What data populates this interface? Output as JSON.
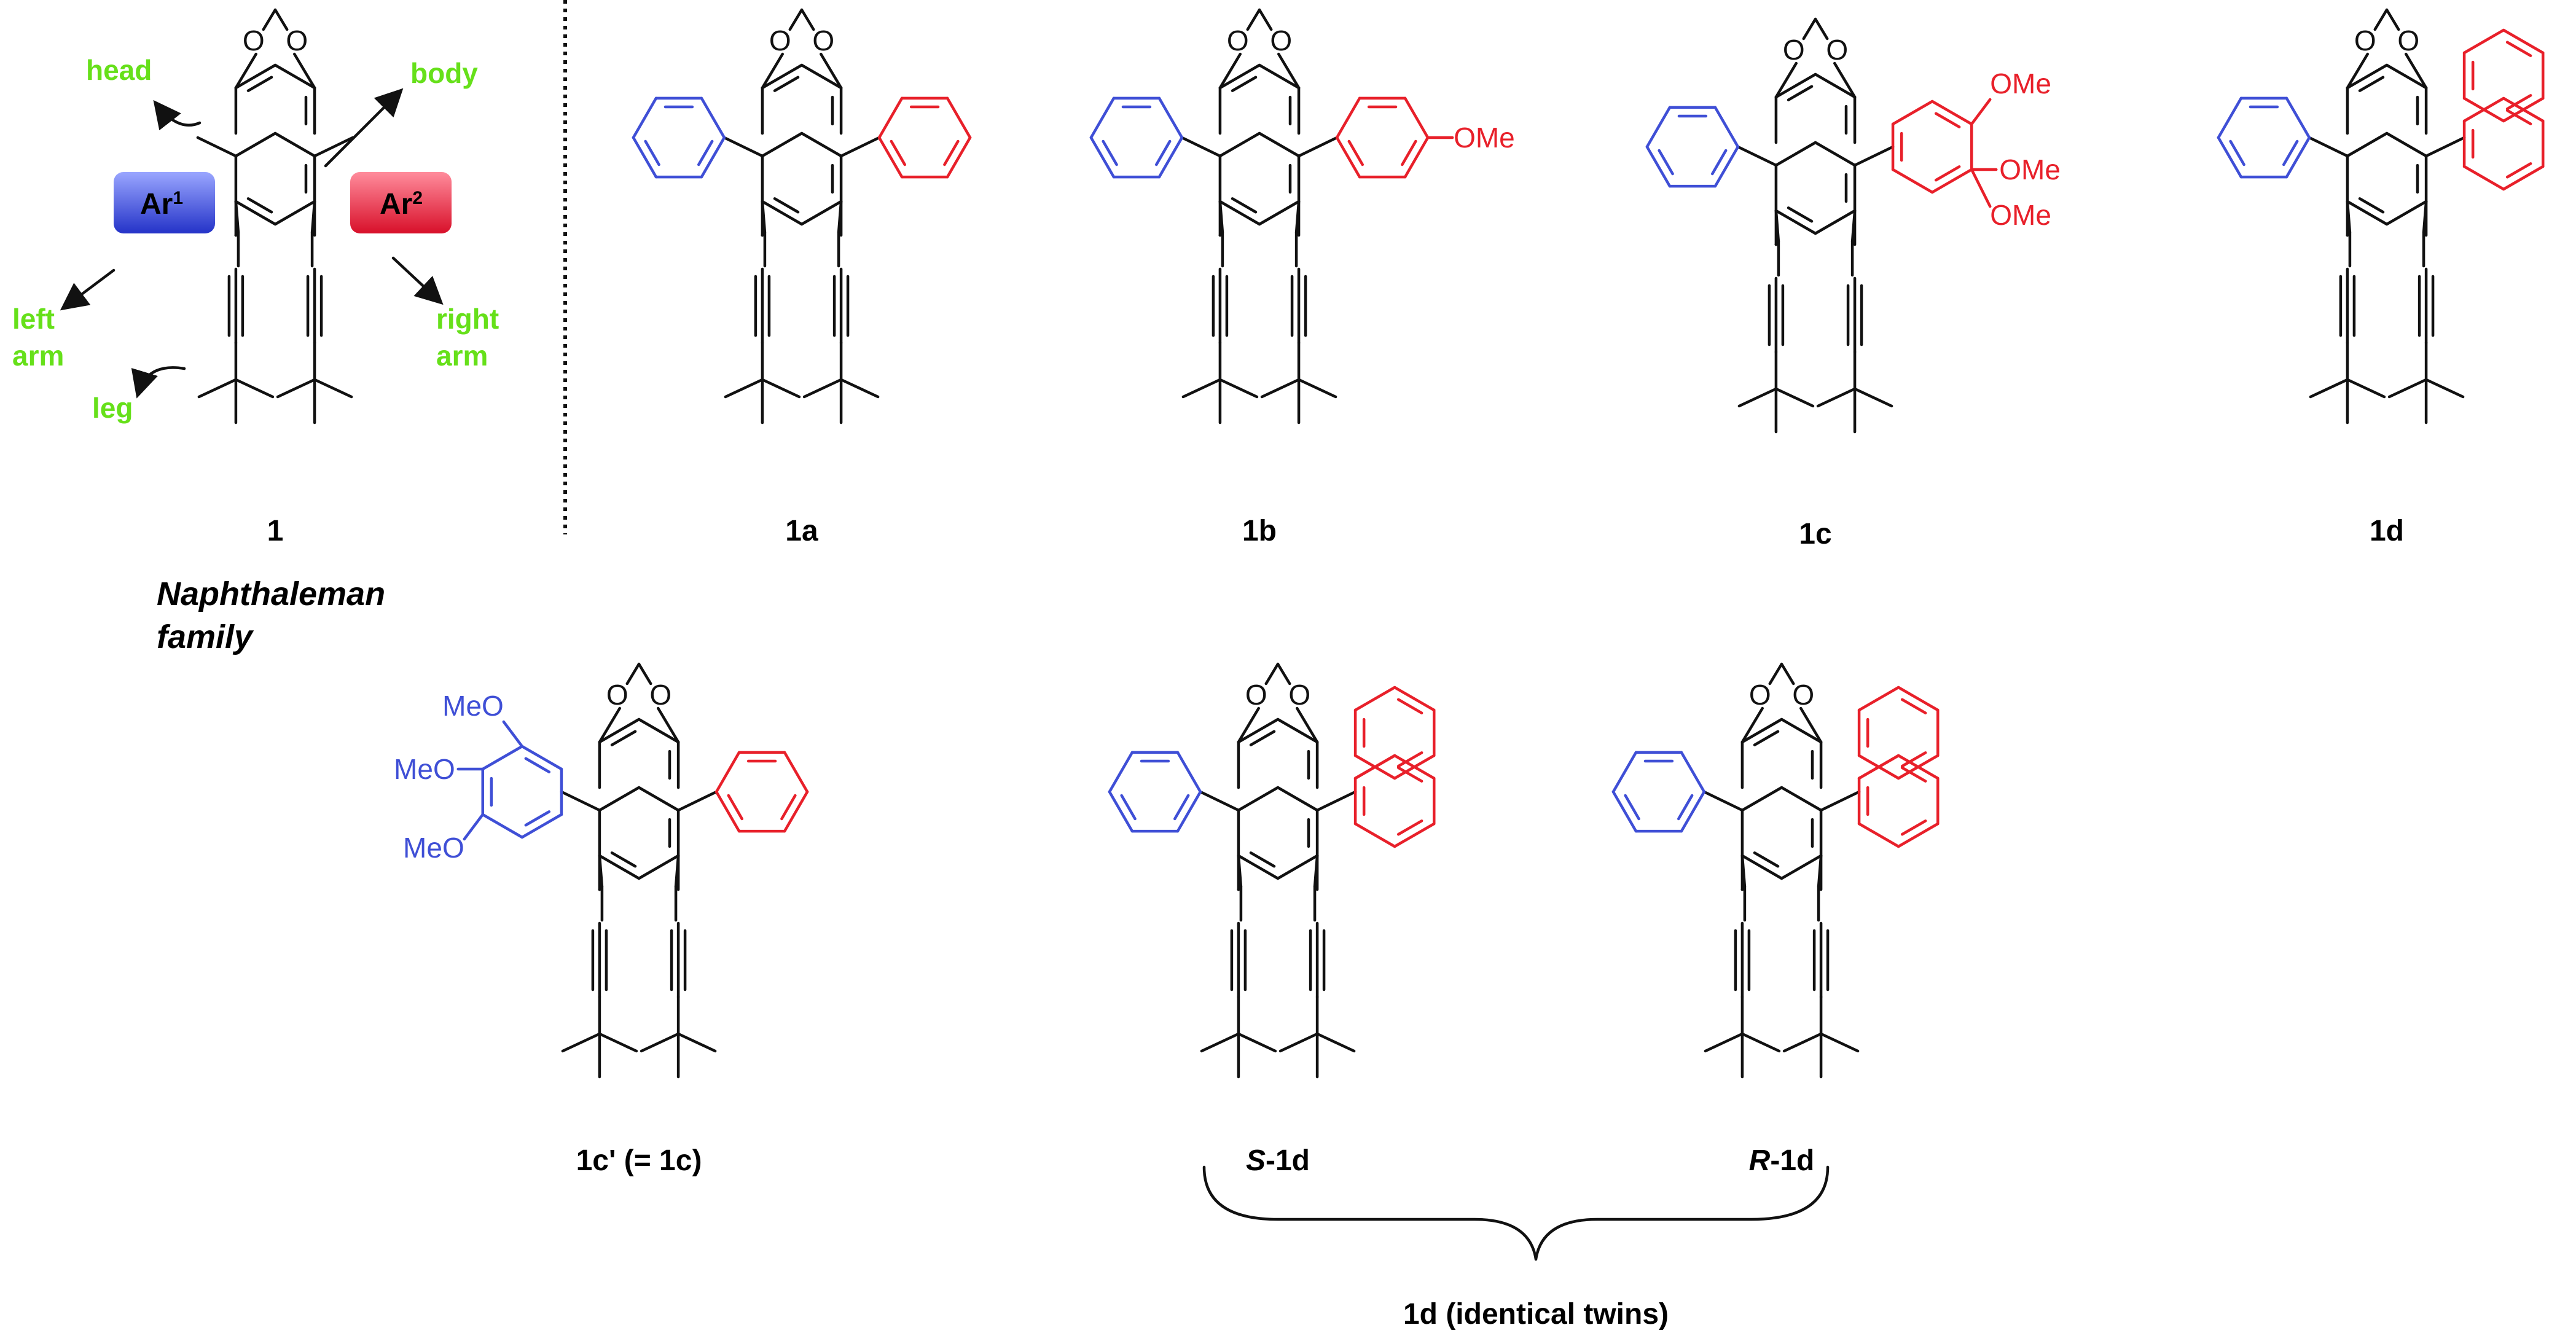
{
  "scaffold_labels": {
    "head": "head",
    "body": "body",
    "left_arm_1": "left",
    "left_arm_2": "arm",
    "right_arm_1": "right",
    "right_arm_2": "arm",
    "leg": "leg",
    "ar1_base": "Ar",
    "ar1_sup": "1",
    "ar2_base": "Ar",
    "ar2_sup": "2"
  },
  "atom_labels": {
    "oxygen": "O",
    "ome": "OMe",
    "meo": "MeO"
  },
  "compounds": {
    "c1": "1",
    "c1a": "1a",
    "c1b": "1b",
    "c1c": "1c",
    "c1d": "1d",
    "c1cprime": "1c' (= 1c)",
    "s1d_prefix": "S",
    "s1d_suffix": "-1d",
    "r1d_prefix": "R",
    "r1d_suffix": "-1d"
  },
  "family_title": {
    "line1": "Naphthaleman",
    "line2": "family"
  },
  "bracket_caption": "1d (identical twins)",
  "colors": {
    "ar1_color": "#3f4fd6",
    "ar2_color": "#e8202a",
    "label_green": "#66e01a",
    "bond_black": "#111111"
  }
}
